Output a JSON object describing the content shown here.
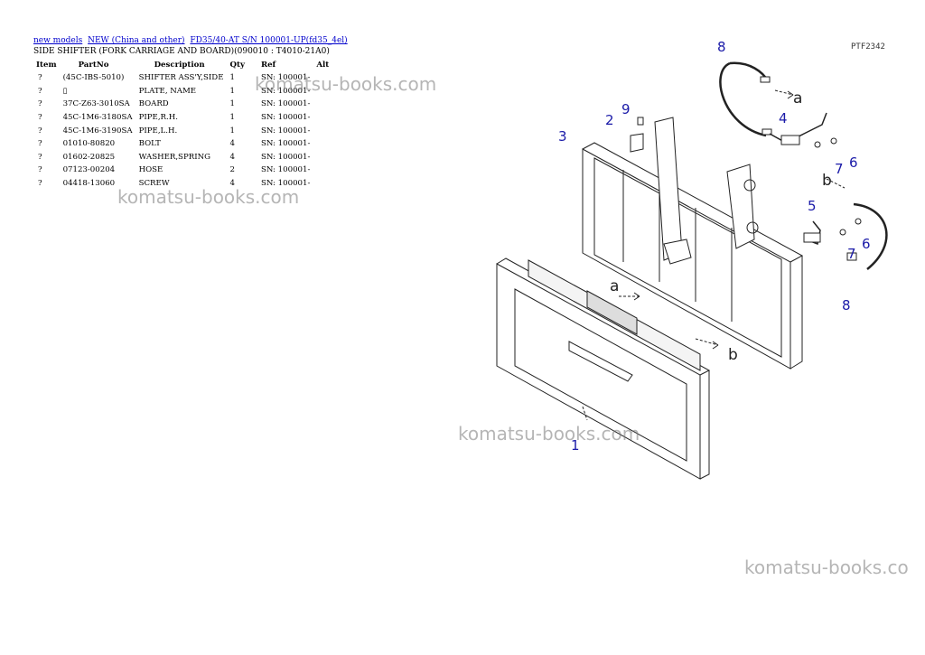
{
  "breadcrumbs": [
    {
      "label": "new models"
    },
    {
      "label": "NEW (China and other)"
    },
    {
      "label": "FD35/40-AT S/N 100001-UP(fd35_4el)"
    }
  ],
  "subtitle": "SIDE SHIFTER (FORK CARRIAGE AND BOARD)(090010 : T4010-21A0)",
  "table": {
    "headers": [
      "Item",
      "PartNo",
      "Description",
      "Qty",
      "Ref",
      "Alt"
    ],
    "rows": [
      {
        "item": "?",
        "part": "(45C-IBS-5010)",
        "desc": "SHIFTER ASS'Y,SIDE",
        "qty": "1",
        "ref": "SN: 100001-",
        "alt": ""
      },
      {
        "item": "?",
        "part": "▯",
        "desc": "PLATE, NAME",
        "qty": "1",
        "ref": "SN: 100001-",
        "alt": ""
      },
      {
        "item": "?",
        "part": "37C-Z63-3010SA",
        "desc": "BOARD",
        "qty": "1",
        "ref": "SN: 100001-",
        "alt": ""
      },
      {
        "item": "?",
        "part": "45C-1M6-3180SA",
        "desc": "PIPE,R.H.",
        "qty": "1",
        "ref": "SN: 100001-",
        "alt": ""
      },
      {
        "item": "?",
        "part": "45C-1M6-3190SA",
        "desc": "PIPE,L.H.",
        "qty": "1",
        "ref": "SN: 100001-",
        "alt": ""
      },
      {
        "item": "?",
        "part": "01010-80820",
        "desc": "BOLT",
        "qty": "4",
        "ref": "SN: 100001-",
        "alt": ""
      },
      {
        "item": "?",
        "part": "01602-20825",
        "desc": "WASHER,SPRING",
        "qty": "4",
        "ref": "SN: 100001-",
        "alt": ""
      },
      {
        "item": "?",
        "part": "07123-00204",
        "desc": "HOSE",
        "qty": "2",
        "ref": "SN: 100001-",
        "alt": ""
      },
      {
        "item": "?",
        "part": "04418-13060",
        "desc": "SCREW",
        "qty": "4",
        "ref": "SN: 100001-",
        "alt": ""
      }
    ]
  },
  "diagram": {
    "code": "PTF2342",
    "callouts": [
      "1",
      "2",
      "3",
      "4",
      "5",
      "6",
      "6",
      "7",
      "7",
      "8",
      "8",
      "9"
    ],
    "flow_labels": [
      "a",
      "a",
      "b",
      "b"
    ],
    "callout_color": "#1a1aa8"
  },
  "watermarks": [
    "komatsu-books.com",
    "komatsu-books.com",
    "komatsu-books.com",
    "komatsu-books.co"
  ]
}
